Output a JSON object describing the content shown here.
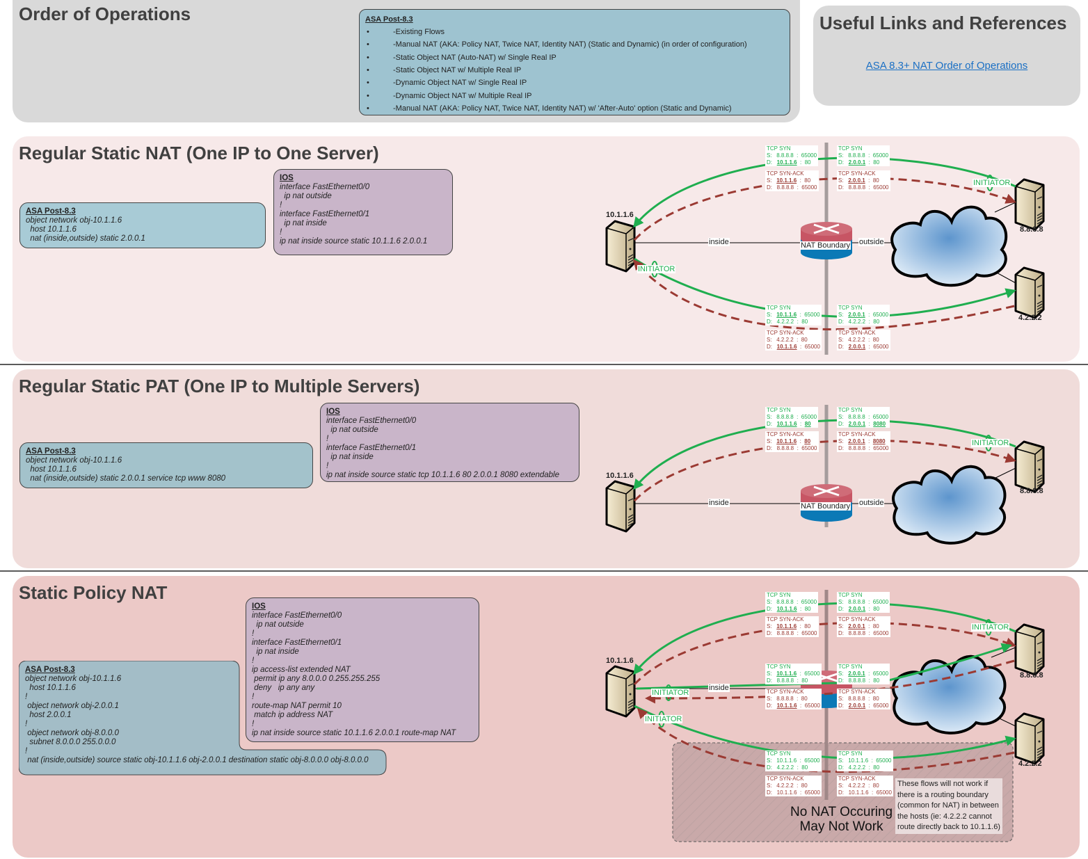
{
  "order_of_operations": {
    "title": "Order of Operations",
    "box_title": "ASA Post-8.3",
    "bullet": "•",
    "items": [
      "-Existing Flows",
      "-Manual NAT (AKA: Policy NAT, Twice NAT, Identity NAT) (Static and Dynamic) (in order of configuration)",
      "-Static Object NAT (Auto-NAT) w/ Single Real IP",
      "-Static Object NAT w/ Multiple Real IP",
      "-Dynamic Object NAT w/ Single Real IP",
      "-Dynamic Object NAT w/ Multiple Real IP",
      "-Manual NAT (AKA: Policy NAT, Twice NAT, Identity NAT) w/ 'After-Auto' option (Static and Dynamic)"
    ]
  },
  "links": {
    "title": "Useful Links and References",
    "items": [
      {
        "label": "ASA 8.3+ NAT Order of Operations"
      }
    ]
  },
  "sections": [
    {
      "title": "Regular Static NAT (One IP to One Server)",
      "asa": {
        "title": "ASA Post-8.3",
        "lines": [
          "object network obj-10.1.1.6",
          "  host 10.1.1.6",
          "  nat (inside,outside) static 2.0.0.1"
        ]
      },
      "ios": {
        "title": "IOS",
        "lines": [
          "interface FastEthernet0/0",
          "  ip nat outside",
          "!",
          "interface FastEthernet0/1",
          "  ip nat inside",
          "!",
          "ip nat inside source static 10.1.1.6 2.0.0.1"
        ]
      },
      "diagram": {
        "inside_host": "10.1.1.6",
        "router_label": "NAT Boundary",
        "inside_label": "inside",
        "outside_label": "outside",
        "remote_hosts": [
          "8.8.8.8",
          "4.2.2.2"
        ],
        "initiator_label": "INITIATOR",
        "packets": [
          {
            "type": "TCP SYN",
            "s": "8.8.8.8",
            "s_port": "65000",
            "d": "10.1.1.6",
            "d_port": "80",
            "u": [
              "d"
            ]
          },
          {
            "type": "TCP SYN",
            "s": "8.8.8.8",
            "s_port": "65000",
            "d": "2.0.0.1",
            "d_port": "80",
            "u": [
              "d"
            ]
          },
          {
            "type": "TCP SYN-ACK",
            "s": "10.1.1.6",
            "s_port": "80",
            "d": "8.8.8.8",
            "d_port": "65000",
            "u": [
              "s"
            ]
          },
          {
            "type": "TCP SYN-ACK",
            "s": "2.0.0.1",
            "s_port": "80",
            "d": "8.8.8.8",
            "d_port": "65000",
            "u": [
              "s"
            ]
          },
          {
            "type": "TCP SYN",
            "s": "10.1.1.6",
            "s_port": "65000",
            "d": "4.2.2.2",
            "d_port": "80",
            "u": [
              "s"
            ]
          },
          {
            "type": "TCP SYN",
            "s": "2.0.0.1",
            "s_port": "65000",
            "d": "4.2.2.2",
            "d_port": "80",
            "u": [
              "s"
            ]
          },
          {
            "type": "TCP SYN-ACK",
            "s": "4.2.2.2",
            "s_port": "80",
            "d": "10.1.1.6",
            "d_port": "65000",
            "u": [
              "d"
            ]
          },
          {
            "type": "TCP SYN-ACK",
            "s": "4.2.2.2",
            "s_port": "80",
            "d": "2.0.0.1",
            "d_port": "65000",
            "u": [
              "d"
            ]
          }
        ]
      }
    },
    {
      "title": "Regular Static PAT (One IP to Multiple Servers)",
      "asa": {
        "title": "ASA Post-8.3",
        "lines": [
          "object network obj-10.1.1.6",
          "  host 10.1.1.6",
          "  nat (inside,outside) static 2.0.0.1 service tcp www 8080"
        ]
      },
      "ios": {
        "title": "IOS",
        "lines": [
          "interface FastEthernet0/0",
          "  ip nat outside",
          "!",
          "interface FastEthernet0/1",
          "  ip nat inside",
          "!",
          "ip nat inside source static tcp 10.1.1.6 80 2.0.0.1 8080 extendable"
        ]
      },
      "diagram": {
        "inside_host": "10.1.1.6",
        "router_label": "NAT Boundary",
        "inside_label": "inside",
        "outside_label": "outside",
        "remote_hosts": [
          "8.8.8.8"
        ],
        "initiator_label": "INITIATOR",
        "packets": [
          {
            "type": "TCP SYN",
            "s": "8.8.8.8",
            "s_port": "65000",
            "d": "10.1.1.6",
            "d_port": "80",
            "u": [
              "d",
              "dp"
            ]
          },
          {
            "type": "TCP SYN",
            "s": "8.8.8.8",
            "s_port": "65000",
            "d": "2.0.0.1",
            "d_port": "8080",
            "u": [
              "d",
              "dp"
            ]
          },
          {
            "type": "TCP SYN-ACK",
            "s": "10.1.1.6",
            "s_port": "80",
            "d": "8.8.8.8",
            "d_port": "65000",
            "u": [
              "s",
              "sp"
            ]
          },
          {
            "type": "TCP SYN-ACK",
            "s": "2.0.0.1",
            "s_port": "8080",
            "d": "8.8.8.8",
            "d_port": "65000",
            "u": [
              "s",
              "sp"
            ]
          }
        ]
      }
    },
    {
      "title": "Static Policy NAT",
      "asa": {
        "title": "ASA Post-8.3",
        "lines": [
          "object network obj-10.1.1.6",
          "  host 10.1.1.6",
          "!",
          " object network obj-2.0.0.1",
          "  host 2.0.0.1",
          "!",
          " object network obj-8.0.0.0",
          "  subnet 8.0.0.0 255.0.0.0",
          "!",
          " nat (inside,outside) source static obj-10.1.1.6 obj-2.0.0.1 destination static obj-8.0.0.0 obj-8.0.0.0"
        ]
      },
      "ios": {
        "title": "IOS",
        "lines": [
          "interface FastEthernet0/0",
          "  ip nat outside",
          "!",
          "interface FastEthernet0/1",
          "  ip nat inside",
          "!",
          "ip access-list extended NAT",
          " permit ip any 8.0.0.0 0.255.255.255",
          " deny   ip any any",
          "!",
          "route-map NAT permit 10",
          " match ip address NAT",
          "!",
          "ip nat inside source static 10.1.1.6 2.0.0.1 route-map NAT"
        ]
      },
      "diagram": {
        "inside_host": "10.1.1.6",
        "inside_label": "inside",
        "remote_hosts": [
          "8.8.8.8",
          "4.2.2.2"
        ],
        "initiator_label": "INITIATOR",
        "packets": [
          {
            "type": "TCP SYN",
            "s": "8.8.8.8",
            "s_port": "65000",
            "d": "10.1.1.6",
            "d_port": "80",
            "u": [
              "d"
            ]
          },
          {
            "type": "TCP SYN",
            "s": "8.8.8.8",
            "s_port": "65000",
            "d": "2.0.0.1",
            "d_port": "80",
            "u": [
              "d"
            ]
          },
          {
            "type": "TCP SYN-ACK",
            "s": "10.1.1.6",
            "s_port": "80",
            "d": "8.8.8.8",
            "d_port": "65000",
            "u": [
              "s"
            ]
          },
          {
            "type": "TCP SYN-ACK",
            "s": "2.0.0.1",
            "s_port": "80",
            "d": "8.8.8.8",
            "d_port": "65000",
            "u": [
              "s"
            ]
          },
          {
            "type": "TCP SYN",
            "s": "10.1.1.6",
            "s_port": "65000",
            "d": "8.8.8.8",
            "d_port": "80",
            "u": [
              "s"
            ]
          },
          {
            "type": "TCP SYN",
            "s": "2.0.0.1",
            "s_port": "65000",
            "d": "8.8.8.8",
            "d_port": "80",
            "u": [
              "s"
            ]
          },
          {
            "type": "TCP SYN-ACK",
            "s": "8.8.8.8",
            "s_port": "80",
            "d": "10.1.1.6",
            "d_port": "65000",
            "u": [
              "d"
            ]
          },
          {
            "type": "TCP SYN-ACK",
            "s": "8.8.8.8",
            "s_port": "80",
            "d": "2.0.0.1",
            "d_port": "65000",
            "u": [
              "d"
            ]
          },
          {
            "type": "TCP SYN",
            "s": "10.1.1.6",
            "s_port": "65000",
            "d": "4.2.2.2",
            "d_port": "80",
            "u": []
          },
          {
            "type": "TCP SYN",
            "s": "10.1.1.6",
            "s_port": "65000",
            "d": "4.2.2.2",
            "d_port": "80",
            "u": []
          },
          {
            "type": "TCP SYN-ACK",
            "s": "4.2.2.2",
            "s_port": "80",
            "d": "10.1.1.6",
            "d_port": "65000",
            "u": []
          },
          {
            "type": "TCP SYN-ACK",
            "s": "4.2.2.2",
            "s_port": "80",
            "d": "10.1.1.6",
            "d_port": "65000",
            "u": []
          }
        ],
        "no_nat_label": "No NAT Occuring\nMay Not Work",
        "note": "These flows will not work if\nthere is a routing boundary\n(common for NAT) in between\nthe hosts (ie: 4.2.2.2 cannot\nroute directly back to 10.1.1.6)"
      }
    }
  ],
  "colors": {
    "syn_green": "#1fae4f",
    "ack_red": "#9b3a33",
    "link_blue": "#1a6fc4",
    "asa_box": "#a8cbd6",
    "ios_box": "#c9b5c9"
  }
}
